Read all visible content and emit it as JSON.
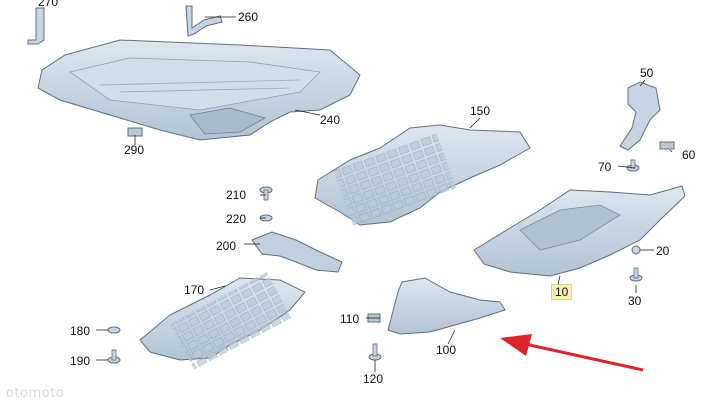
{
  "colors": {
    "part_fill": "#c9d8e6",
    "part_shade": "#aebfcf",
    "part_stroke": "#5f6f80",
    "line": "#222222",
    "arrow": "#e0242b",
    "highlight": "#fbf0b4"
  },
  "callouts": {
    "p270": "270",
    "p260": "260",
    "p240": "240",
    "p290": "290",
    "p150": "150",
    "p50": "50",
    "p60": "60",
    "p70": "70",
    "p210": "210",
    "p220": "220",
    "p200": "200",
    "p20": "20",
    "p30": "30",
    "p10": "10",
    "p170": "170",
    "p110": "110",
    "p180": "180",
    "p190": "190",
    "p100": "100",
    "p120": "120"
  },
  "watermark": "otomoto"
}
